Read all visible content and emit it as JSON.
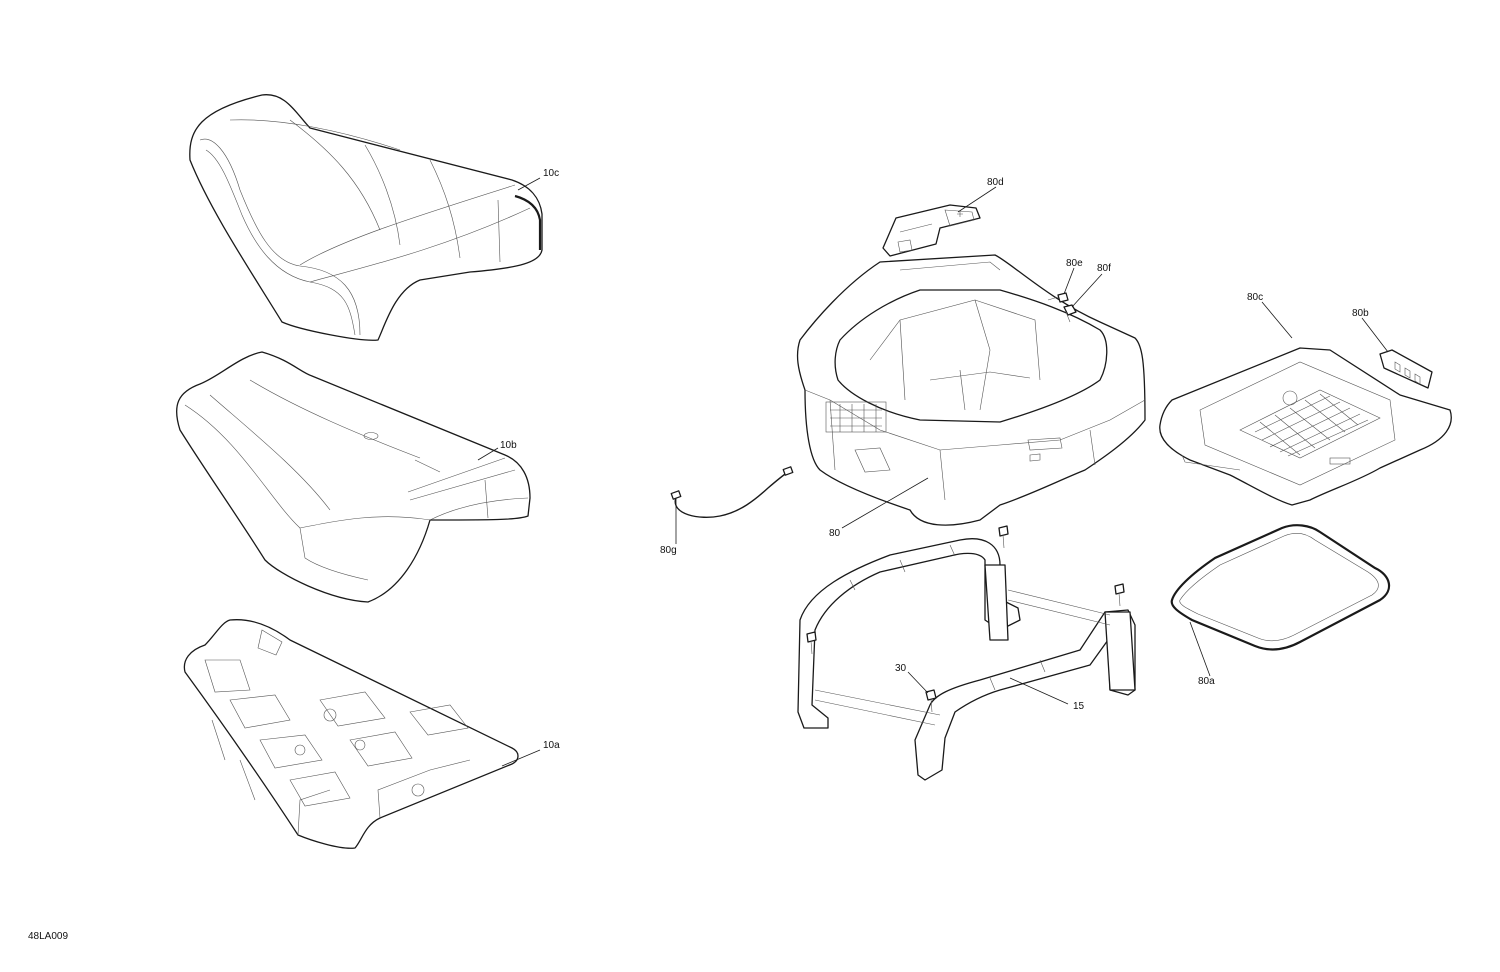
{
  "figure_id": "48LA009",
  "callouts": {
    "c10c": "10c",
    "c10b": "10b",
    "c10a": "10a",
    "c80d": "80d",
    "c80e": "80e",
    "c80f": "80f",
    "c80c": "80c",
    "c80b": "80b",
    "c80": "80",
    "c80g": "80g",
    "c30": "30",
    "c15": "15",
    "c80a": "80a"
  },
  "colors": {
    "line": "#1a1a1a",
    "background": "#ffffff"
  }
}
